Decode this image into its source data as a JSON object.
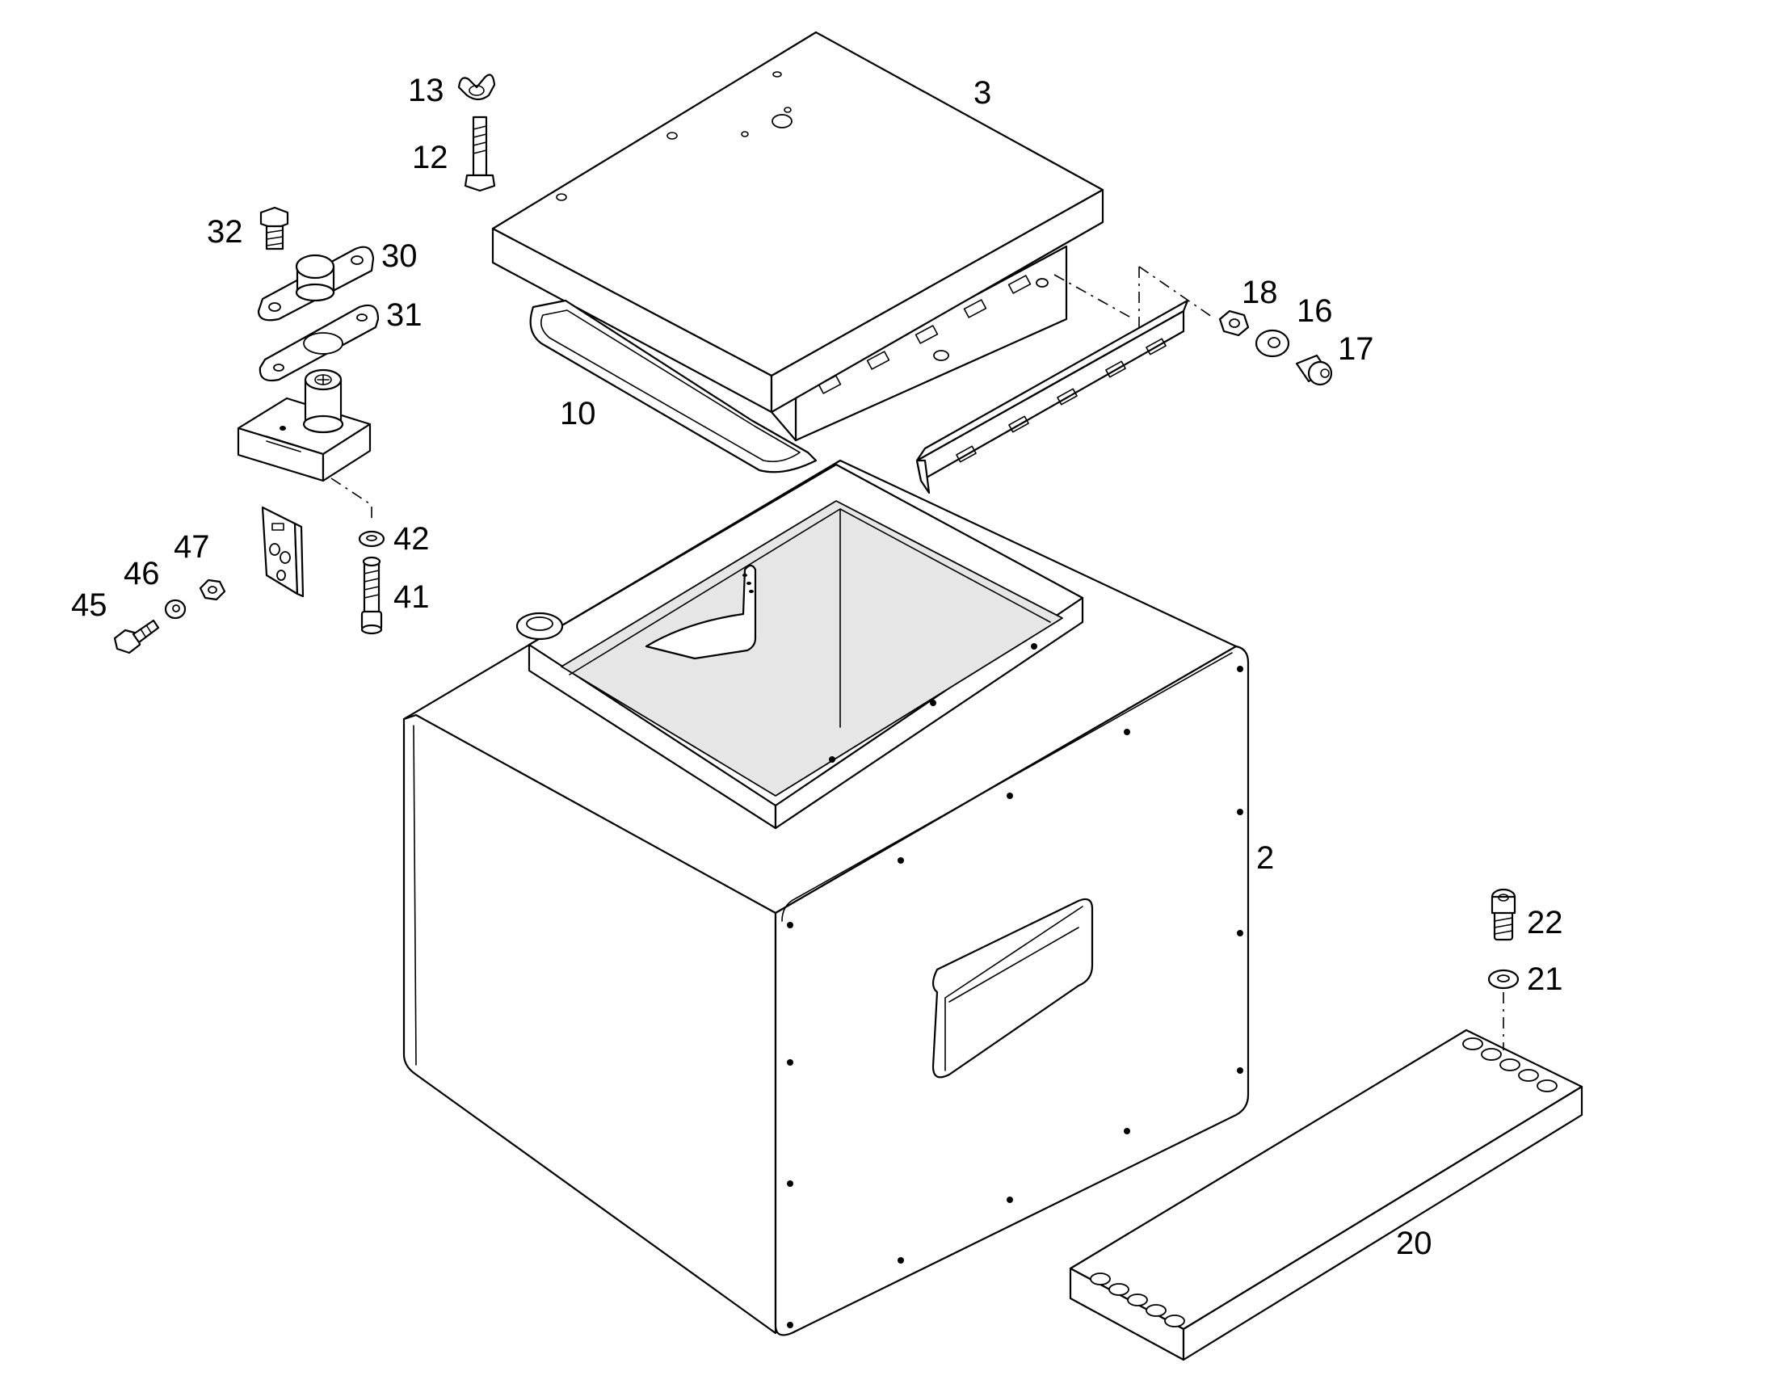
{
  "diagram": {
    "callouts": [
      {
        "id": "c3",
        "text": "3"
      },
      {
        "id": "c13",
        "text": "13"
      },
      {
        "id": "c12",
        "text": "12"
      },
      {
        "id": "c32",
        "text": "32"
      },
      {
        "id": "c30",
        "text": "30"
      },
      {
        "id": "c31",
        "text": "31"
      },
      {
        "id": "c10",
        "text": "10"
      },
      {
        "id": "c18",
        "text": "18"
      },
      {
        "id": "c16",
        "text": "16"
      },
      {
        "id": "c17",
        "text": "17"
      },
      {
        "id": "c42",
        "text": "42"
      },
      {
        "id": "c41",
        "text": "41"
      },
      {
        "id": "c47",
        "text": "47"
      },
      {
        "id": "c46",
        "text": "46"
      },
      {
        "id": "c45",
        "text": "45"
      },
      {
        "id": "c2",
        "text": "2"
      },
      {
        "id": "c22",
        "text": "22"
      },
      {
        "id": "c21",
        "text": "21"
      },
      {
        "id": "c20",
        "text": "20"
      }
    ]
  }
}
